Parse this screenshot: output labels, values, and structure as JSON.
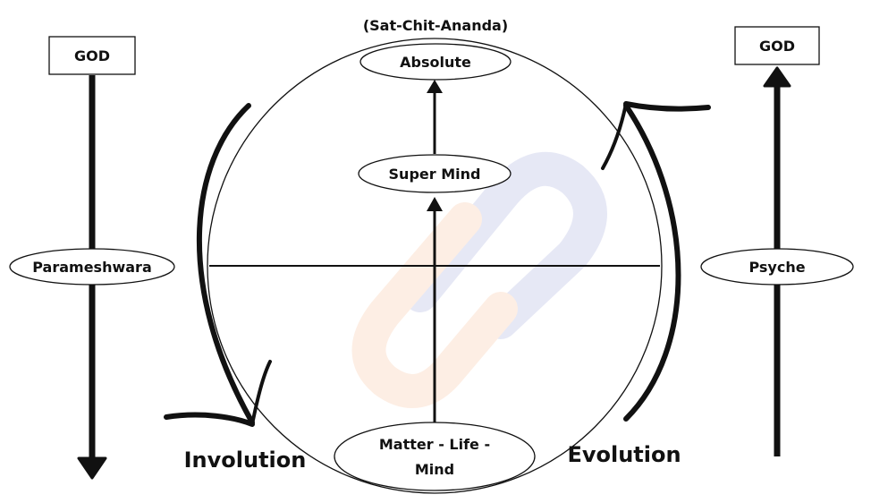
{
  "diagram": {
    "top_caption": "(Sat-Chit-Ananda)",
    "left_axis": {
      "top_box": "GOD",
      "middle_label": "Parameshwara"
    },
    "right_axis": {
      "top_box": "GOD",
      "middle_label": "Psyche"
    },
    "circle": {
      "top_node": "Absolute",
      "middle_node": "Super Mind",
      "bottom_node_line1": "Matter - Life -",
      "bottom_node_line2": "Mind"
    },
    "involution_label": "Involution",
    "evolution_label": "Evolution",
    "colors": {
      "ink": "#111111",
      "watermark_blue": "#e6e8f5",
      "watermark_orange": "#fdeee4"
    }
  }
}
